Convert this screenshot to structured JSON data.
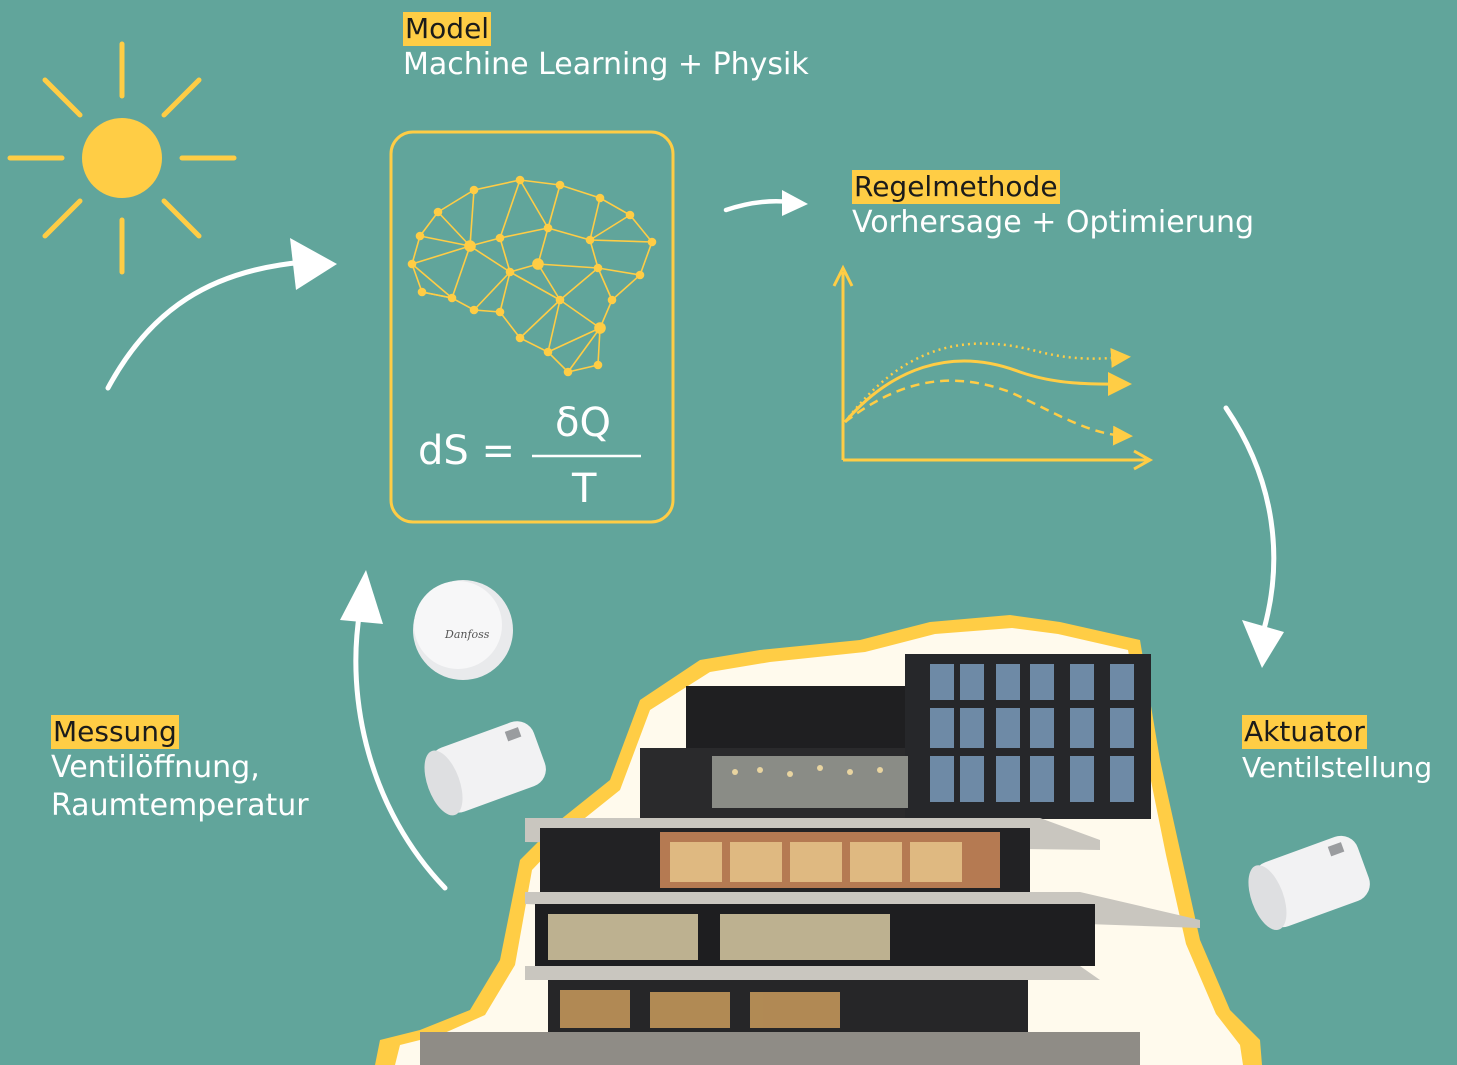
{
  "colors": {
    "background": "#61a59b",
    "accent": "#ffcd45",
    "white": "#ffffff",
    "building": "#2a2a2c"
  },
  "model": {
    "title": "Model",
    "subtitle": "Machine Learning + Physik"
  },
  "formula": {
    "lhs": "dS =",
    "numerator": "δQ",
    "denominator": "T"
  },
  "regelmethode": {
    "title": "Regelmethode",
    "subtitle": "Vorhersage + Optimierung"
  },
  "messung": {
    "title": "Messung",
    "line1": "Ventilöffnung,",
    "line2": "Raumtemperatur"
  },
  "aktuator": {
    "title": "Aktuator",
    "subtitle": "Ventilstellung"
  },
  "sensor_brand": "Danfoss",
  "icons": [
    "sun-icon",
    "brain-network-icon",
    "forecast-chart-icon",
    "room-sensor-icon",
    "thermostat-icon",
    "building-photo"
  ]
}
